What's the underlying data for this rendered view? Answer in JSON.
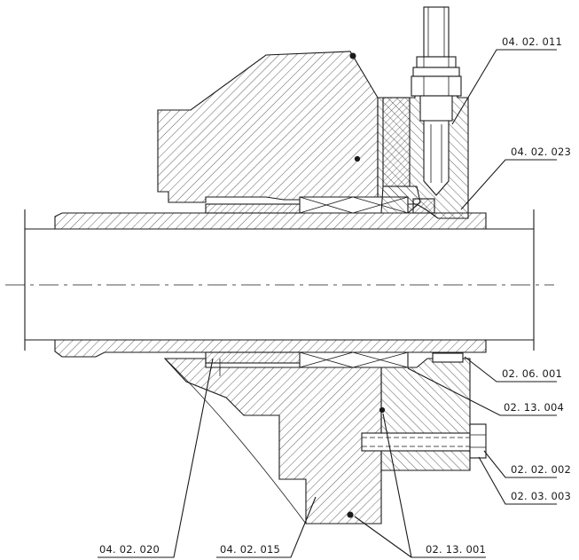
{
  "drawing": {
    "labels": {
      "l_040211": "04. 02. 011",
      "l_040223": "04. 02. 023",
      "l_020601": "02. 06. 001",
      "l_021304": "02. 13. 004",
      "l_020202": "02. 02. 002",
      "l_020303": "02. 03. 003",
      "l_040220": "04. 02. 020",
      "l_040215": "04. 02. 015",
      "l_021301": "02. 13. 001"
    }
  }
}
